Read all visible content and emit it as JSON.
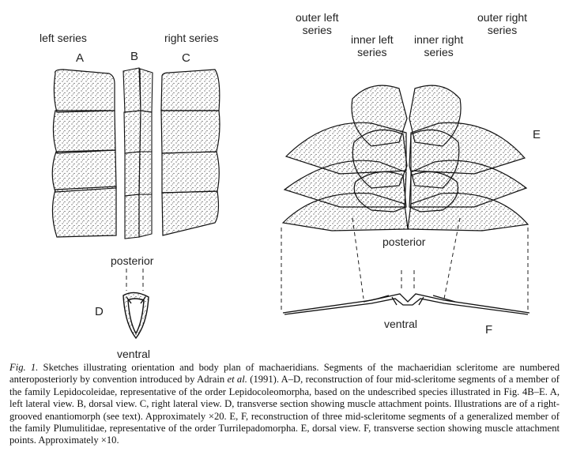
{
  "labels": {
    "left_series": "left series",
    "right_series": "right series",
    "A": "A",
    "B": "B",
    "C": "C",
    "D": "D",
    "posterior_left": "posterior",
    "ventral_left": "ventral",
    "outer_left": [
      "outer left",
      "series"
    ],
    "inner_left": [
      "inner left",
      "series"
    ],
    "inner_right": [
      "inner right",
      "series"
    ],
    "outer_right": [
      "outer right",
      "series"
    ],
    "E": "E",
    "F": "F",
    "posterior_right": "posterior",
    "ventral_right": "ventral"
  },
  "caption": {
    "figno": "Fig. 1.",
    "part1": " Sketches illustrating orientation and body plan of machaeridians. Segments of the machaeridian scleritome are numbered anteroposteriorly by convention introduced by Adrain ",
    "etal": "et al.",
    "part2": " (1991). A–D, reconstruction of four mid-scleritome segments of a member of the family Lepidocoleidae, representative of the order Lepidocoleomorpha, based on the undescribed species illustrated in Fig. 4B–E. A, left lateral view. B, dorsal view. C, right lateral view. D, transverse section showing muscle attachment points. Illustrations are of a right-grooved enantiomorph (see text). Approximately ×20. E, F, reconstruction of three mid-scleritome segments of a generalized member of the family Plumulitidae, representative of the order Turrilepadomorpha. E, dorsal view. F, transverse section showing muscle attachment points. Approximately ×10."
  }
}
